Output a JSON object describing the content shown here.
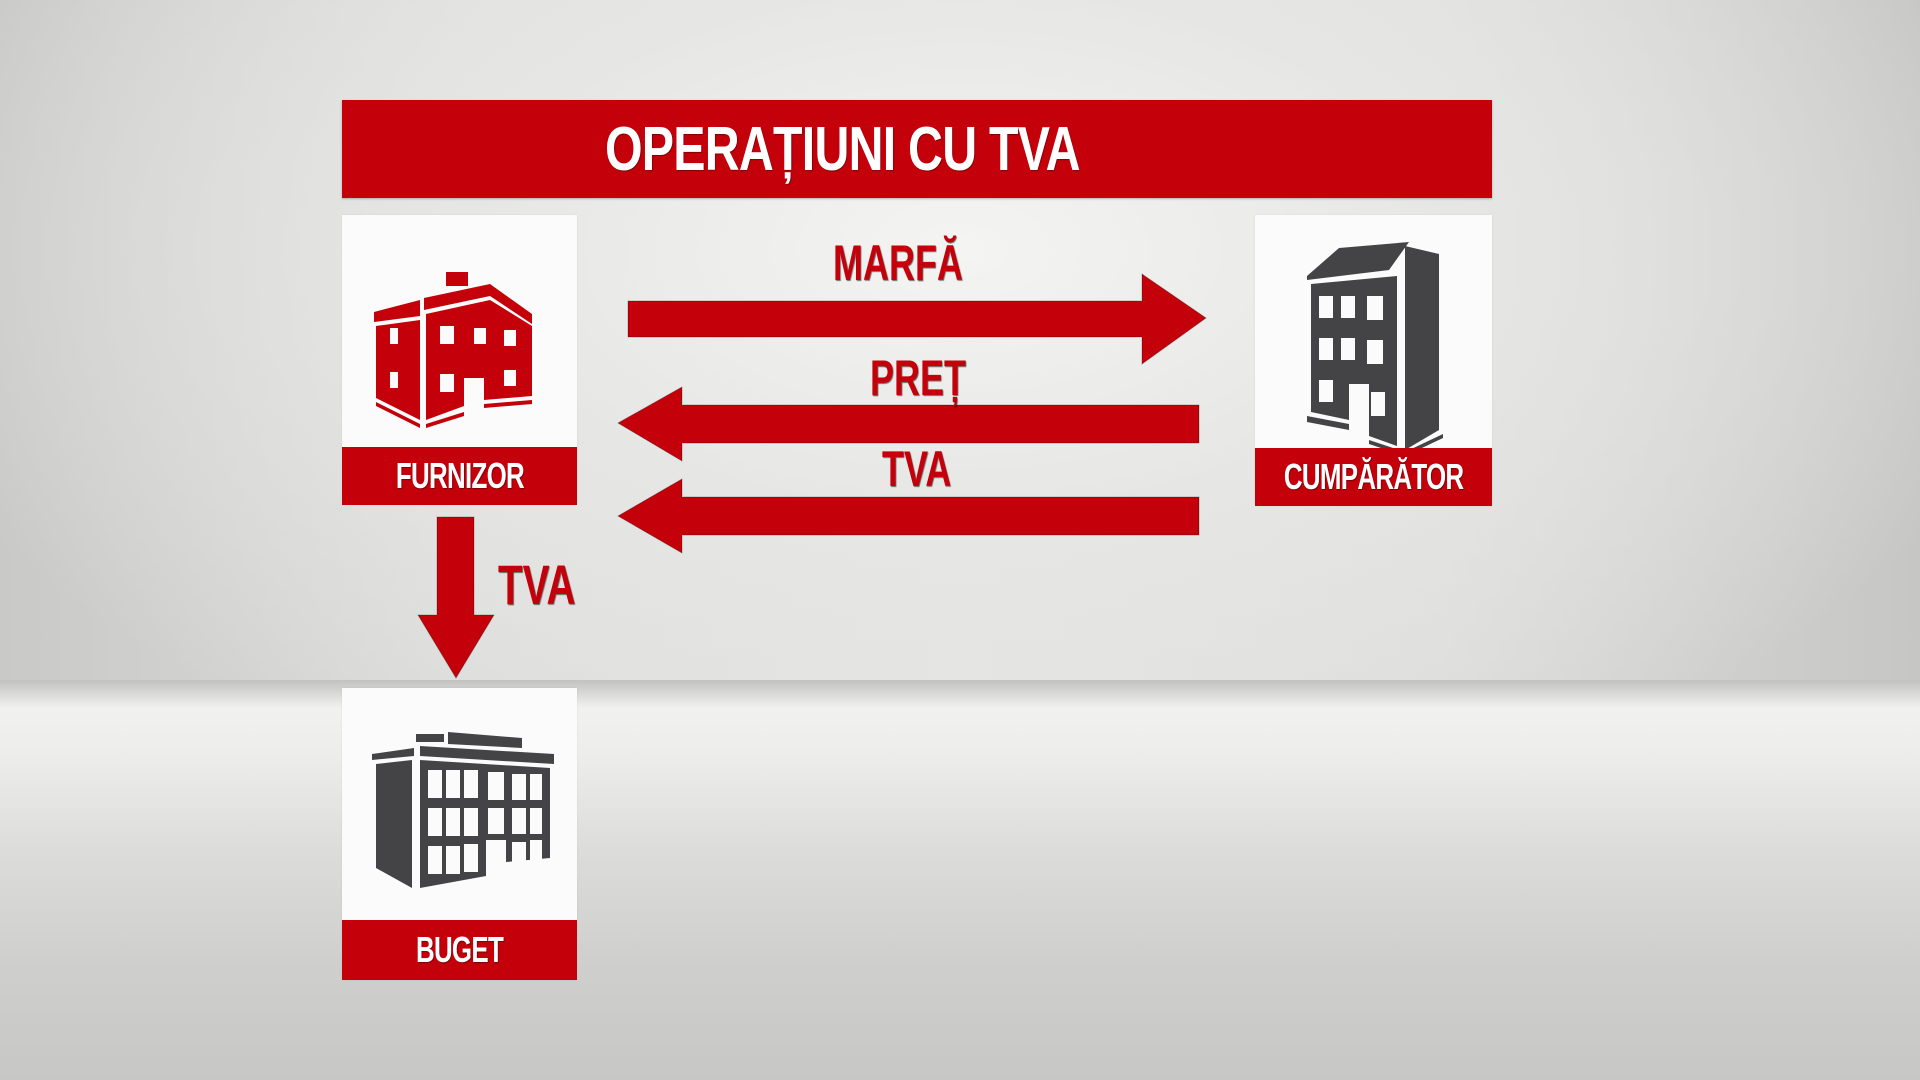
{
  "title": "OPERAȚIUNI CU TVA",
  "colors": {
    "accent_red": "#c4000a",
    "icon_gray": "#444446",
    "card_bg": "#fbfbfb",
    "label_text": "#ffffff"
  },
  "entities": {
    "supplier": {
      "label": "FURNIZOR",
      "icon": "house-icon",
      "icon_color": "#c4000a"
    },
    "buyer": {
      "label": "CUMPĂRĂTOR",
      "icon": "apartment-building-icon",
      "icon_color": "#444446"
    },
    "budget": {
      "label": "BUGET",
      "icon": "office-building-icon",
      "icon_color": "#444446"
    }
  },
  "flows": [
    {
      "id": "goods",
      "label": "MARFĂ",
      "from": "FURNIZOR",
      "to": "CUMPĂRĂTOR",
      "direction": "right"
    },
    {
      "id": "price",
      "label": "PREȚ",
      "from": "CUMPĂRĂTOR",
      "to": "FURNIZOR",
      "direction": "left"
    },
    {
      "id": "vat_buyer",
      "label": "TVA",
      "from": "CUMPĂRĂTOR",
      "to": "FURNIZOR",
      "direction": "left"
    },
    {
      "id": "vat_budget",
      "label": "TVA",
      "from": "FURNIZOR",
      "to": "BUGET",
      "direction": "down"
    }
  ]
}
